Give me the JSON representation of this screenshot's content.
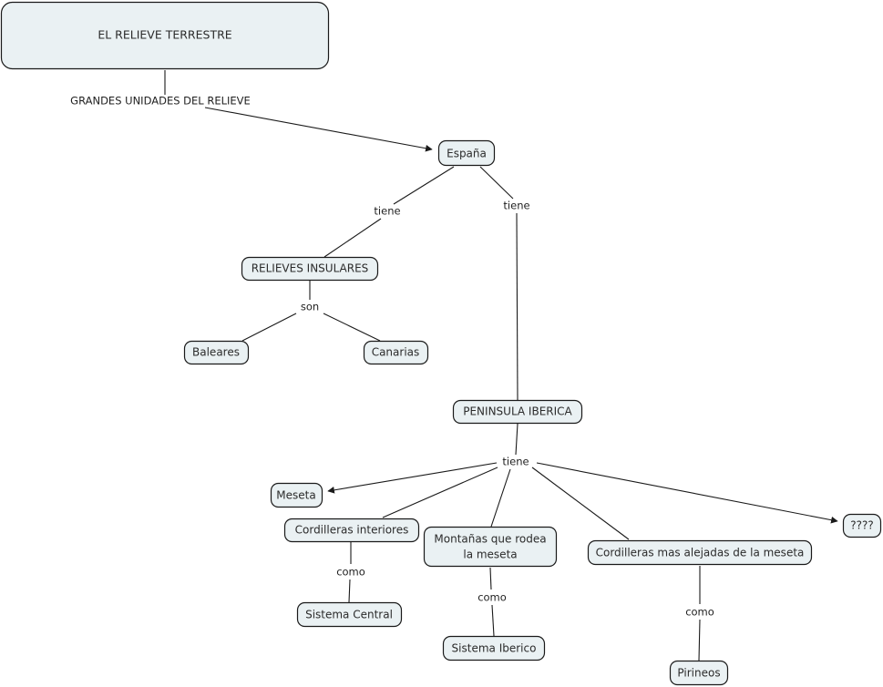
{
  "document": {
    "type": "concept-map",
    "language": "es",
    "background_color": "#ffffff",
    "node_fill_color": "#eaf1f3",
    "node_border_color": "#1a1a1a",
    "text_color": "#2b2b2b",
    "edge_color": "#1a1a1a"
  },
  "nodes": {
    "title": "EL RELIEVE TERRESTRE",
    "espana": "España",
    "relieves_insulares": "RELIEVES INSULARES",
    "baleares": "Baleares",
    "canarias": "Canarias",
    "peninsula_iberica": "PENINSULA IBERICA",
    "meseta": "Meseta",
    "cordilleras_interiores": "Cordilleras interiores",
    "montanas_line1": "Montañas que rodea",
    "montanas_line2": "la meseta",
    "cordilleras_alejadas": "Cordilleras mas alejadas de la meseta",
    "sistema_central": "Sistema Central",
    "sistema_iberico": "Sistema Iberico",
    "pirineos": "Pirineos",
    "unknown": "????"
  },
  "links": {
    "grandes_unidades": "GRANDES UNIDADES DEL RELIEVE",
    "tiene_insulares": "tiene",
    "tiene_peninsula": "tiene",
    "son": "son",
    "tiene_peninsula_hub": "tiene",
    "como_central": "como",
    "como_iberico": "como",
    "como_pirineos": "como"
  }
}
